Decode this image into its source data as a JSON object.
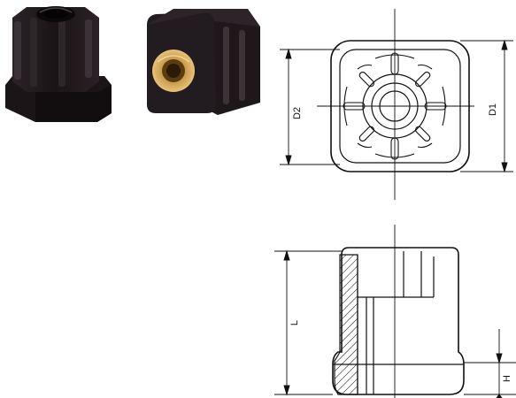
{
  "labels": {
    "d2": "D2",
    "d1": "D1",
    "l": "L",
    "h": "H"
  },
  "colors": {
    "plastic": "#1d171a",
    "plastic_highlight": "#3a3236",
    "brass": "#c99a4a",
    "brass_dark": "#8a6226",
    "line": "#111111"
  }
}
